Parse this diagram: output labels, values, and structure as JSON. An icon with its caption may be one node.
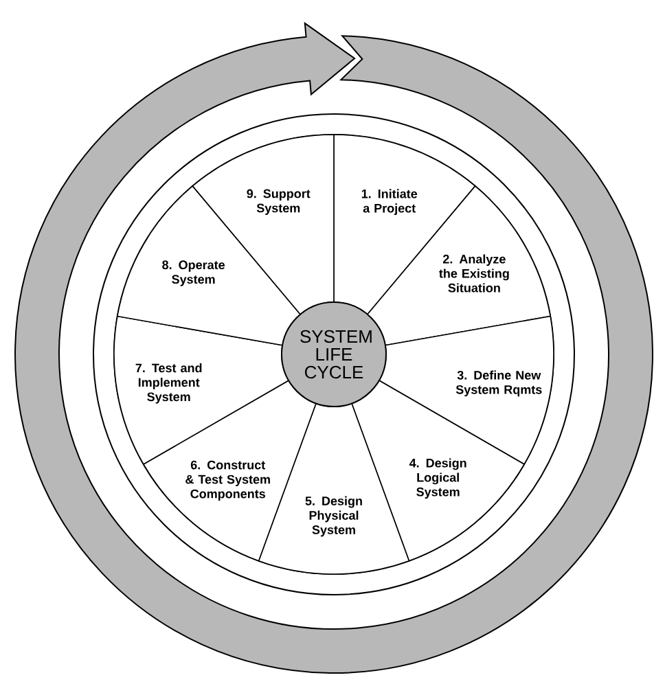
{
  "diagram": {
    "nodes": [
      {
        "text": [
          "SYSTEM LIFE CYCLE"
        ]
      },
      {
        "text": [
          "1. Initiate a Project"
        ]
      },
      {
        "text": [
          "2. Analyze the Existing Situation"
        ]
      },
      {
        "text": [
          "3. Define New System Rqmts"
        ]
      },
      {
        "text": [
          "4. Design Logical System"
        ]
      },
      {
        "text": [
          "5. Design Physical System"
        ]
      },
      {
        "text": [
          "6. Construct & Test System Components"
        ]
      },
      {
        "text": [
          "7. Test and Implement System"
        ]
      },
      {
        "text": [
          "8. Operate System"
        ]
      },
      {
        "text": [
          "9. Support System"
        ]
      }
    ]
  }
}
